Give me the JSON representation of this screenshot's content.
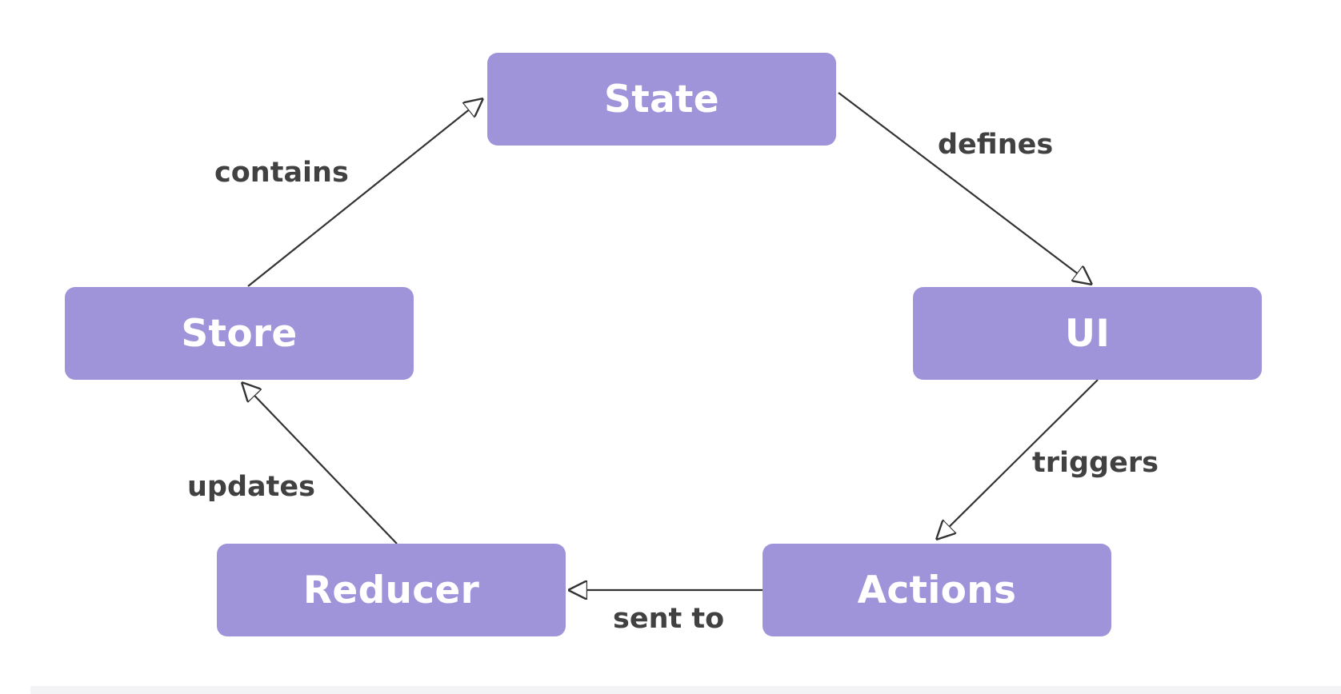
{
  "diagram": {
    "nodes": {
      "state": "State",
      "store": "Store",
      "ui": "UI",
      "reducer": "Reducer",
      "actions": "Actions"
    },
    "edges": [
      {
        "from": "Store",
        "to": "State",
        "label": "contains"
      },
      {
        "from": "State",
        "to": "UI",
        "label": "defines"
      },
      {
        "from": "UI",
        "to": "Actions",
        "label": "triggers"
      },
      {
        "from": "Actions",
        "to": "Reducer",
        "label": "sent to"
      },
      {
        "from": "Reducer",
        "to": "Store",
        "label": "updates"
      }
    ]
  }
}
